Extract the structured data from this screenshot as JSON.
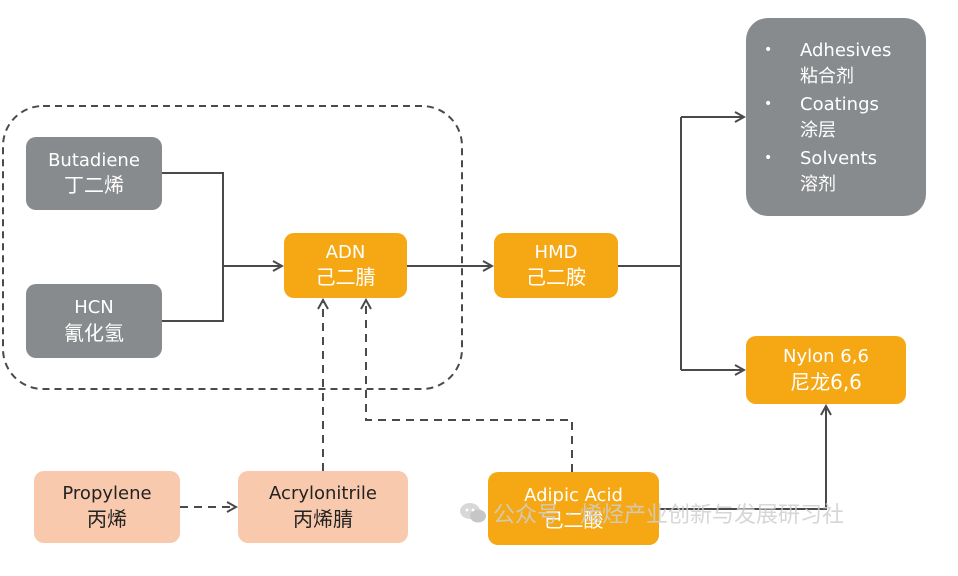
{
  "nodes": {
    "butadiene": {
      "en": "Butadiene",
      "zh": "丁二烯"
    },
    "hcn": {
      "en": "HCN",
      "zh": "氰化氢"
    },
    "adn": {
      "en": "ADN",
      "zh": "己二腈"
    },
    "hmd": {
      "en": "HMD",
      "zh": "己二胺"
    },
    "nylon": {
      "en": "Nylon 6,6",
      "zh": "尼龙6,6"
    },
    "propylene": {
      "en": "Propylene",
      "zh": "丙烯"
    },
    "acrylonitrile": {
      "en": "Acrylonitrile",
      "zh": "丙烯腈"
    },
    "adipic_acid": {
      "en": "Adipic Acid",
      "zh": "己二酸"
    }
  },
  "applications": [
    {
      "en": "Adhesives",
      "zh": "粘合剂"
    },
    {
      "en": "Coatings",
      "zh": "涂层"
    },
    {
      "en": "Solvents",
      "zh": "溶剂"
    }
  ],
  "bullet": "•",
  "watermark": "公众号 · 烯烃产业创新与发展研习社",
  "colors": {
    "gray": "#888b8d",
    "orange": "#f5a814",
    "peach": "#f9c9ad",
    "line": "#4a4a4a"
  },
  "icons": {
    "watermark": "wechat-icon"
  }
}
